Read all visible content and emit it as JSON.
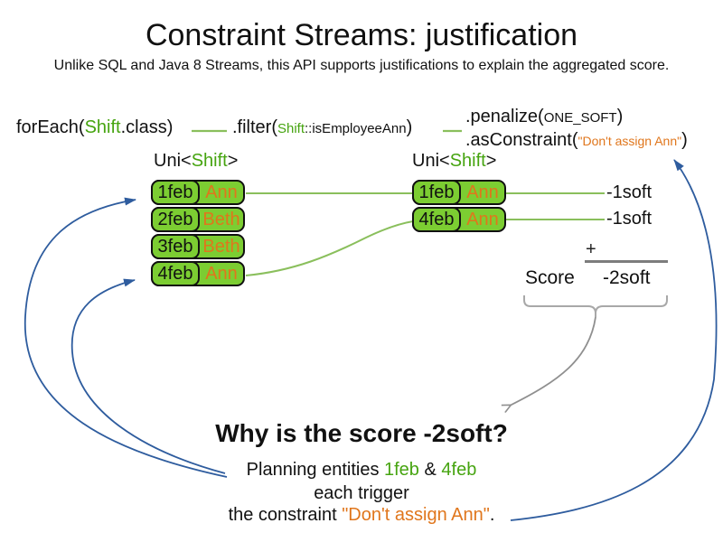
{
  "title": "Constraint Streams: justification",
  "subtitle": "Unlike SQL and Java 8 Streams, this API supports justifications to explain the aggregated score.",
  "pipeline": {
    "foreach": {
      "pre": "forEach(",
      "cls": "Shift",
      "post": ".class)"
    },
    "filter": {
      "pre": ".filter(",
      "cls": "Shift",
      "mid": "::isEmployeeAnn",
      "post": ")"
    },
    "penalize": {
      "pre": ".penalize(",
      "arg": "ONE_SOFT",
      "post": ")"
    },
    "as_constraint": {
      "pre": ".asConstraint(",
      "arg": "\"Don't assign Ann\"",
      "post": ")"
    }
  },
  "uni_left": {
    "pre": "Uni<",
    "cls": "Shift",
    "post": ">"
  },
  "uni_right": {
    "pre": "Uni<",
    "cls": "Shift",
    "post": ">"
  },
  "tables": {
    "left": {
      "rows": [
        {
          "date": "1feb",
          "employee": "Ann"
        },
        {
          "date": "2feb",
          "employee": "Beth"
        },
        {
          "date": "3feb",
          "employee": "Beth"
        },
        {
          "date": "4feb",
          "employee": "Ann"
        }
      ]
    },
    "right": {
      "rows": [
        {
          "date": "1feb",
          "employee": "Ann"
        },
        {
          "date": "4feb",
          "employee": "Ann"
        }
      ]
    }
  },
  "score_panel": {
    "match_scores": [
      "-1soft",
      "-1soft"
    ],
    "plus_sign": "+",
    "score_label": "Score",
    "score_value": "-2soft"
  },
  "explanation": {
    "heading": "Why is the score -2soft?",
    "line1": {
      "pre": "Planning entities ",
      "entity1": "1feb",
      "amp": " & ",
      "entity2": "4feb"
    },
    "line2": "each trigger",
    "line3": {
      "pre": "the constraint ",
      "constraint": "\"Don't assign Ann\"",
      "post": "."
    }
  },
  "colors": {
    "background": "#ffffff",
    "text": "#111111",
    "green_text": "#46a410",
    "green_cell": "#7ccd32",
    "green_line": "#8abf5c",
    "orange": "#e0761c",
    "blue_arrow": "#2e5c9e",
    "gray_arrow": "#8f8f8f",
    "gray_brace": "#a8a8a8"
  }
}
